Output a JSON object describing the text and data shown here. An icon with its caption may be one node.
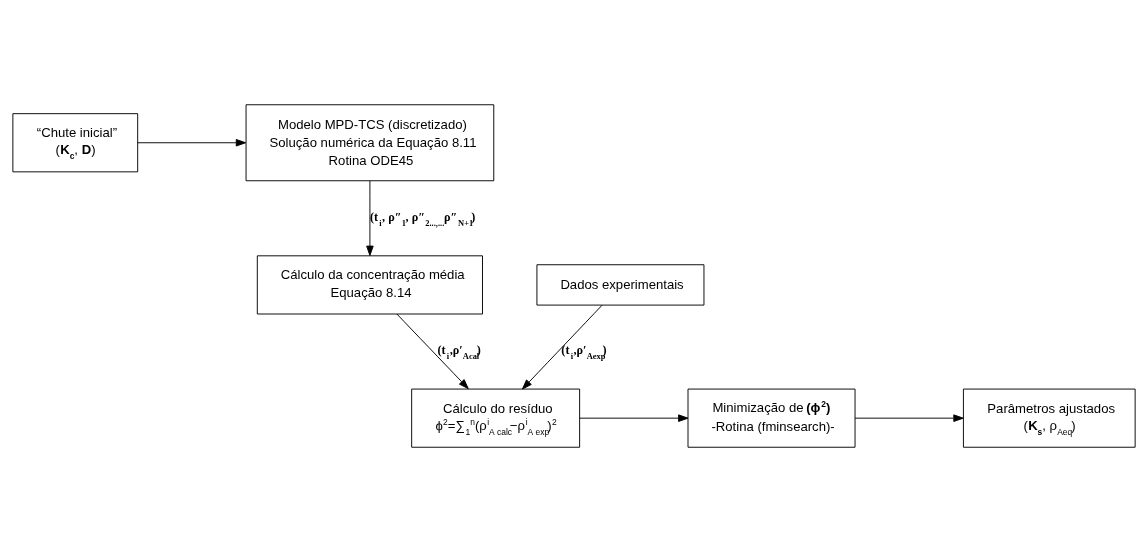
{
  "diagram": {
    "nodes": [
      {
        "text": [
          "“Chute inicial”",
          "(**K$_{c}$**, **D**)"
        ]
      },
      {
        "text": [
          "Modelo MPD-TCS (discretizado)",
          "Solução numérica da Equação 8.11",
          "Rotina ODE45"
        ]
      },
      {
        "text": [
          "Dados experimentais"
        ]
      },
      {
        "text": [
          "Cálculo da concentração média",
          "Equação 8.14"
        ]
      },
      {
        "text": [
          "Cálculo do resíduo",
          "ϕ$^{2}$=∑$_{1}$$^{n}$(ρ$^{i}$$_{A calc}$−ρ$^{i}$$_{A exp}$)$^{2}$"
        ]
      },
      {
        "text": [
          "Minimização de **(ϕ$^{2}$)**",
          "-Rotina (fminsearch)-"
        ]
      },
      {
        "text": [
          "Parâmetros ajustados",
          "(**K$_{s}$**, ρ$_{Aeq}$)"
        ]
      }
    ],
    "edges": [
      {
        "from": 0,
        "to": 1,
        "arrow": "to"
      },
      {
        "from": 1,
        "to": 3,
        "arrow": "to",
        "label": "**(t$_{i}$, ρ″$_{1}$, ρ″$_{2...,...}$ρ″$_{N+1}$)**"
      },
      {
        "from": 2,
        "to": 4,
        "arrow": "to",
        "label": "**(t$_{i}$,ρ′$_{Aexp}$)**"
      },
      {
        "from": 3,
        "to": 4,
        "arrow": "to",
        "label": "**(t$_{i}$,ρ′$_{Acal}$)**"
      },
      {
        "from": 4,
        "to": 5,
        "arrow": "to"
      },
      {
        "from": 5,
        "to": 6,
        "arrow": "to"
      }
    ]
  }
}
